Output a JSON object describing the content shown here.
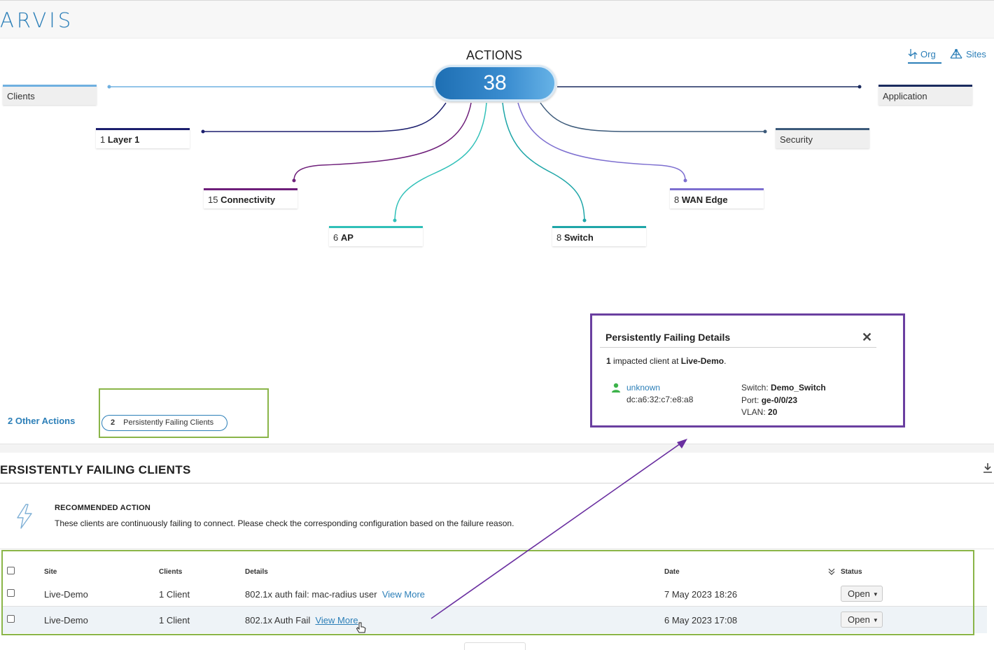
{
  "app": {
    "logo_text": "ARVIS"
  },
  "actions": {
    "title": "ACTIONS",
    "total": "38",
    "scope_org": "Org",
    "scope_sites": "Sites",
    "categories": [
      {
        "key": "clients",
        "label": "Clients",
        "color": "#6fb0e0"
      },
      {
        "key": "application",
        "label": "Application",
        "color": "#1a2a5e"
      },
      {
        "key": "layer1",
        "count": "1",
        "label": "Layer 1",
        "color": "#1c1f6e"
      },
      {
        "key": "security",
        "label": "Security",
        "color": "#3c5a7a"
      },
      {
        "key": "connectivity",
        "count": "15",
        "label": "Connectivity",
        "color": "#6e1f7a"
      },
      {
        "key": "wan",
        "count": "8",
        "label": "WAN Edge",
        "color": "#7d6fd0"
      },
      {
        "key": "ap",
        "count": "6",
        "label": "AP",
        "color": "#2fc0b8"
      },
      {
        "key": "switch",
        "count": "8",
        "label": "Switch",
        "color": "#1fa6a8"
      }
    ],
    "other_actions_label": "2 Other Actions",
    "selected_tag": {
      "count": "2",
      "label": "Persistently Failing Clients"
    }
  },
  "popup": {
    "title": "Persistently Failing Details",
    "summary_count": "1",
    "summary_text": " impacted client at ",
    "summary_site": "Live-Demo",
    "summary_end": ".",
    "client_name": "unknown",
    "client_mac": "dc:a6:32:c7:e8:a8",
    "switch_label": "Switch: ",
    "switch_value": "Demo_Switch",
    "port_label": "Port: ",
    "port_value": "ge-0/0/23",
    "vlan_label": "VLAN: ",
    "vlan_value": "20"
  },
  "section": {
    "title": "ERSISTENTLY FAILING CLIENTS",
    "rec_title": "RECOMMENDED ACTION",
    "rec_text": "These clients are continuously failing to connect. Please check the corresponding configuration based on the failure reason."
  },
  "table": {
    "headers": {
      "site": "Site",
      "clients": "Clients",
      "details": "Details",
      "date": "Date",
      "status": "Status"
    },
    "rows": [
      {
        "site": "Live-Demo",
        "clients": "1 Client",
        "details": "802.1x auth fail: mac-radius user",
        "link": "View More",
        "date": "7 May 2023 18:26",
        "status": "Open"
      },
      {
        "site": "Live-Demo",
        "clients": "1 Client",
        "details": "802.1x Auth Fail",
        "link": "View More",
        "date": "6 May 2023 17:08",
        "status": "Open"
      }
    ]
  },
  "colors": {
    "accent": "#2c7fb8",
    "highlight_green": "#8ab548",
    "highlight_purple": "#6a3fa0"
  }
}
